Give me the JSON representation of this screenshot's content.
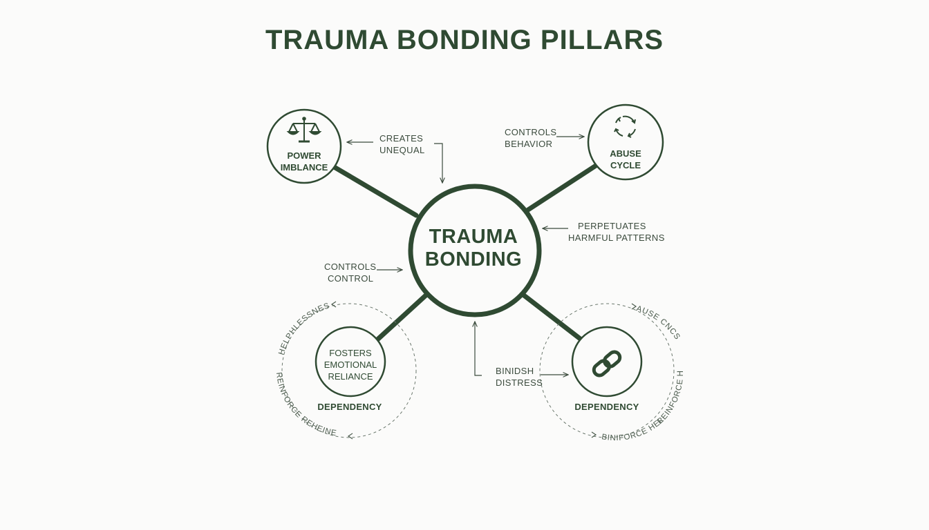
{
  "title": "TRAUMA BONDING PILLARS",
  "colors": {
    "primary": "#2f4a32",
    "background": "#fbfbfa",
    "muted": "#4a5a4c"
  },
  "center": {
    "line1": "TRAUMA",
    "line2": "BONDING"
  },
  "nodes": {
    "power": {
      "icon": "scales-icon",
      "line1": "POWER",
      "line2": "IMBLANCE"
    },
    "abuse": {
      "icon": "cycle-arrows-icon",
      "line1": "ABUSE",
      "line2": "CYCLE"
    },
    "dependency_left": {
      "inner1": "FOSTERS",
      "inner2": "EMOTIONAL",
      "inner3": "RELIANCE",
      "label": "DEPENDENCY"
    },
    "dependency_right": {
      "icon": "chain-link-icon",
      "label": "DEPENDENCY"
    }
  },
  "annotations": {
    "creates": {
      "line1": "CREATES",
      "line2": "UNEQUAL"
    },
    "controls_behavior": {
      "line1": "CONTROLS",
      "line2": "BEHAVIOR"
    },
    "perpetuates": {
      "line1": "PERPETUATES",
      "line2": "HARMFUL PATTERNS"
    },
    "controls_control": {
      "line1": "CONTROLS",
      "line2": "CONTROL"
    },
    "distress": {
      "line1": "BINIDSH",
      "line2": "DISTRESS"
    }
  },
  "arcs": {
    "left_top": "HELPHLESSNESS",
    "left_bottom": "REINFORCE REHEINE",
    "right_top": "AUSE CNCS",
    "right_side": "REINFORCE HELPLESSNESS",
    "right_bottom": "BINIFORCE HELPLESSNESS"
  }
}
